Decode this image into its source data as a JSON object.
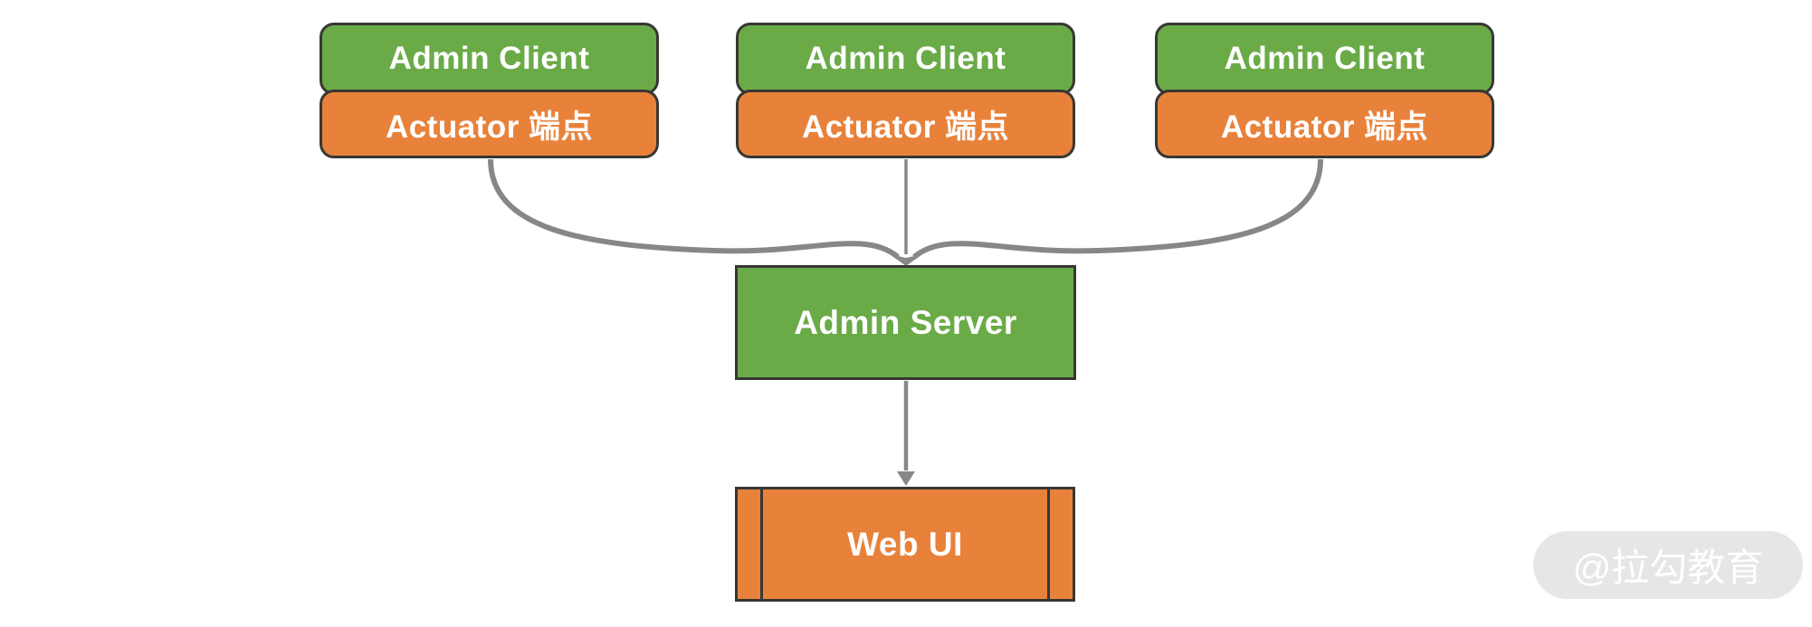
{
  "diagram": {
    "clients": [
      {
        "title": "Admin Client",
        "subtitle": "Actuator 端点"
      },
      {
        "title": "Admin Client",
        "subtitle": "Actuator 端点"
      },
      {
        "title": "Admin Client",
        "subtitle": "Actuator 端点"
      }
    ],
    "server": {
      "label": "Admin Server"
    },
    "web_ui": {
      "label": "Web UI"
    }
  },
  "watermark": {
    "text": "@拉勾教育"
  },
  "colors": {
    "green": "#6aab48",
    "orange": "#e8823b",
    "node_border": "#373733",
    "arrow": "#878787",
    "text": "#ffffff",
    "watermark_bg": "#e2e2e2",
    "watermark_text": "#ffffff",
    "background": "#ffffff"
  }
}
